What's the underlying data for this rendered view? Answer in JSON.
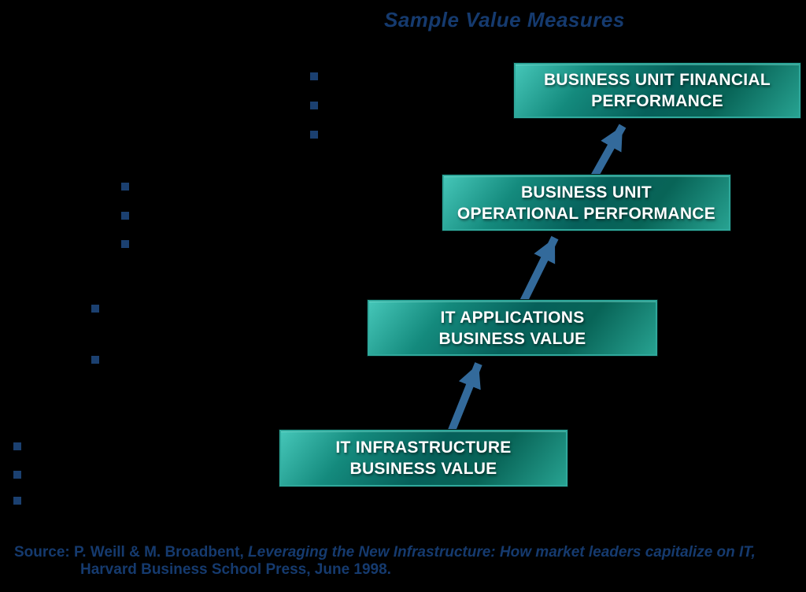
{
  "title": "Sample Value Measures",
  "diagram": {
    "boxes": [
      {
        "name": "business-unit-financial-performance",
        "line1": "BUSINESS UNIT FINANCIAL",
        "line2": "PERFORMANCE"
      },
      {
        "name": "business-unit-operational-performance",
        "line1": "BUSINESS UNIT",
        "line2": "OPERATIONAL PERFORMANCE"
      },
      {
        "name": "it-applications-business-value",
        "line1": "IT APPLICATIONS",
        "line2": "BUSINESS VALUE"
      },
      {
        "name": "it-infrastructure-business-value",
        "line1": "IT INFRASTRUCTURE",
        "line2": "BUSINESS VALUE"
      }
    ],
    "bullet_groups": [
      {
        "name": "financial-level-bullets",
        "count": 3
      },
      {
        "name": "operational-level-bullets",
        "count": 3
      },
      {
        "name": "applications-level-bullets",
        "count": 2
      },
      {
        "name": "infrastructure-level-bullets",
        "count": 3
      }
    ],
    "colors": {
      "background": "#000000",
      "box_gradient_light": "#45C6B8",
      "box_gradient_dark": "#06605A",
      "box_border": "#2FA89B",
      "box_text": "#FFFFFF",
      "arrow": "#336A9B",
      "bullet": "#1B4070",
      "title_text": "#153A6E"
    }
  },
  "source": {
    "prefix": "Source: P. Weill & M. Broadbent, ",
    "book_title": "Leveraging the New Infrastructure: How market leaders capitalize on IT,",
    "line2": "Harvard Business School Press, June 1998."
  }
}
